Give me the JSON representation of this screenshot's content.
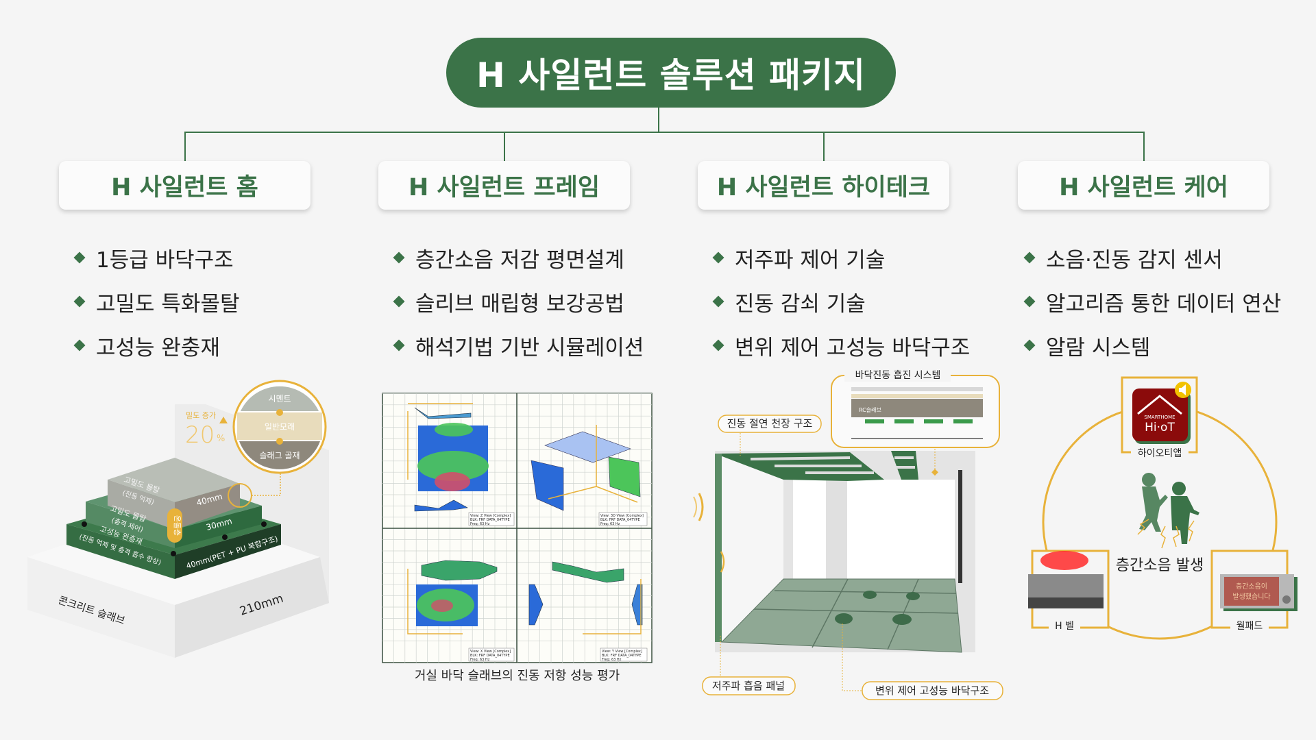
{
  "title": "H 사일런트 솔루션 패키지",
  "colors": {
    "brand_green": "#3b7348",
    "accent_yellow": "#e8b23a",
    "background": "#f5f5f5"
  },
  "categories": [
    {
      "label": "H 사일런트 홈",
      "items": [
        "1등급 바닥구조",
        "고밀도 특화몰탈",
        "고성능 완충재"
      ]
    },
    {
      "label": "H 사일런트 프레임",
      "items": [
        "층간소음 저감 평면설계",
        "슬리브 매립형 보강공법",
        "해석기법 기반 시뮬레이션"
      ]
    },
    {
      "label": "H 사일런트 하이테크",
      "items": [
        "저주파 제어 기술",
        "진동 감쇠 기술",
        "변위 제어 고성능 바닥구조"
      ]
    },
    {
      "label": "H 사일런트 케어",
      "items": [
        "소음·진동 감지 센서",
        "알고리즘 통한 데이터 연산",
        "알람 시스템"
      ]
    }
  ],
  "home_figure": {
    "density_label": "밀도 증가",
    "density_value": "20",
    "density_unit": "%",
    "mix": [
      "시멘트",
      "일반모래",
      "슬래그 골재"
    ],
    "layers": [
      {
        "name": "고밀도 몰탈",
        "note": "(진동 억제)",
        "thickness": "40mm"
      },
      {
        "name": "고밀도 몰탈",
        "note": "(충격 제어)",
        "thickness": "30mm"
      },
      {
        "name": "고성능 완충재",
        "note": "(진동 억제 및 충격 흡수 향상)",
        "thickness": "40mm(PET + PU 복합구조)"
      }
    ],
    "heating_layer": "온돌층",
    "slab": "콘크리트 슬래브",
    "slab_thickness": "210mm"
  },
  "frame_figure": {
    "caption": "거실 바닥 슬래브의 진동 저항 성능 평가",
    "views": [
      {
        "view": "View: Z View [Complex]",
        "blk": "BLK: FRF DATA_04TYPE",
        "freq": "Freq: 63 Hz"
      },
      {
        "view": "View: 3D View [Complex]",
        "blk": "BLK: FRF DATA_04TYPE",
        "freq": "Freq: 63 Hz"
      },
      {
        "view": "View: X View [Complex]",
        "blk": "BLK: FRF DATA_04TYPE",
        "freq": "Freq: 63 Hz"
      },
      {
        "view": "View: Y View [Complex]",
        "blk": "BLK: FRF DATA_04TYPE",
        "freq": "Freq: 63 Hz"
      }
    ]
  },
  "hitech_figure": {
    "inset_title": "바닥진동 흡진 시스템",
    "inset_slab": "RC슬래브",
    "labels": {
      "ceiling": "진동 절연 천장 구조",
      "panel": "저주파 흡음 패널",
      "floor": "변위 제어 고성능 바닥구조"
    }
  },
  "care_figure": {
    "app_label": "하이오티앱",
    "app_brand_small": "SMARTHOME",
    "app_brand": "Hi·oT",
    "center_label": "층간소음 발생",
    "bell_label": "H 벨",
    "wallpad_label": "월패드",
    "wallpad_msg_1": "층간소음이",
    "wallpad_msg_2": "발생했습니다"
  }
}
